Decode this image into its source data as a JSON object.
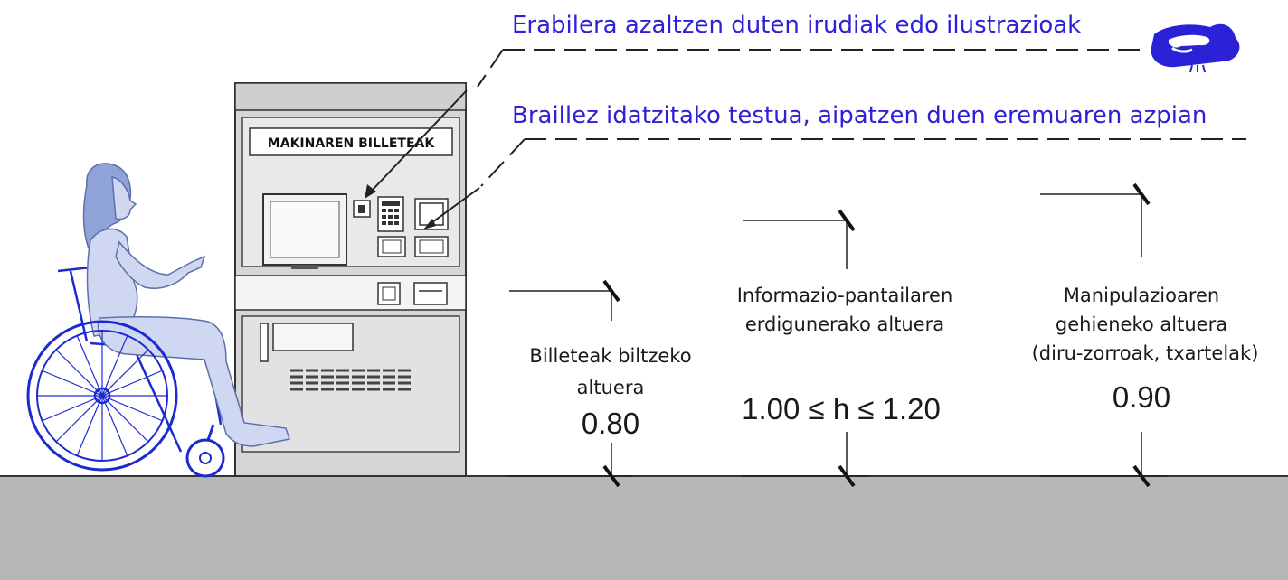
{
  "labels": {
    "illustrations": "Erabilera azaltzen duten irudiak edo ilustrazioak",
    "braille": "Braillez idatzitako testua, aipatzen duen eremuaren azpian"
  },
  "machine": {
    "sign": "MAKINAREN BILLETEAK"
  },
  "dimensions": [
    {
      "line1": "Billeteak biltzeko",
      "line2": "altuera",
      "line3": "",
      "value": "0.80"
    },
    {
      "line1": "Informazio-pantailaren",
      "line2": "erdigunerako altuera",
      "line3": "",
      "value": "1.00 ≤ h ≤ 1.20"
    },
    {
      "line1": "Manipulazioaren",
      "line2": "gehieneko altuera",
      "line3": "(diru-zorroak, txartelak)",
      "value": "0.90"
    }
  ],
  "colors": {
    "accent": "#2b22d8",
    "person": "#8fa3d6",
    "wheelchair": "#1c2bd0",
    "ground": "#b7b7b7",
    "machine_body": "#d6d6d6"
  },
  "icons": {
    "braille_hand": "hand-touch-icon"
  }
}
